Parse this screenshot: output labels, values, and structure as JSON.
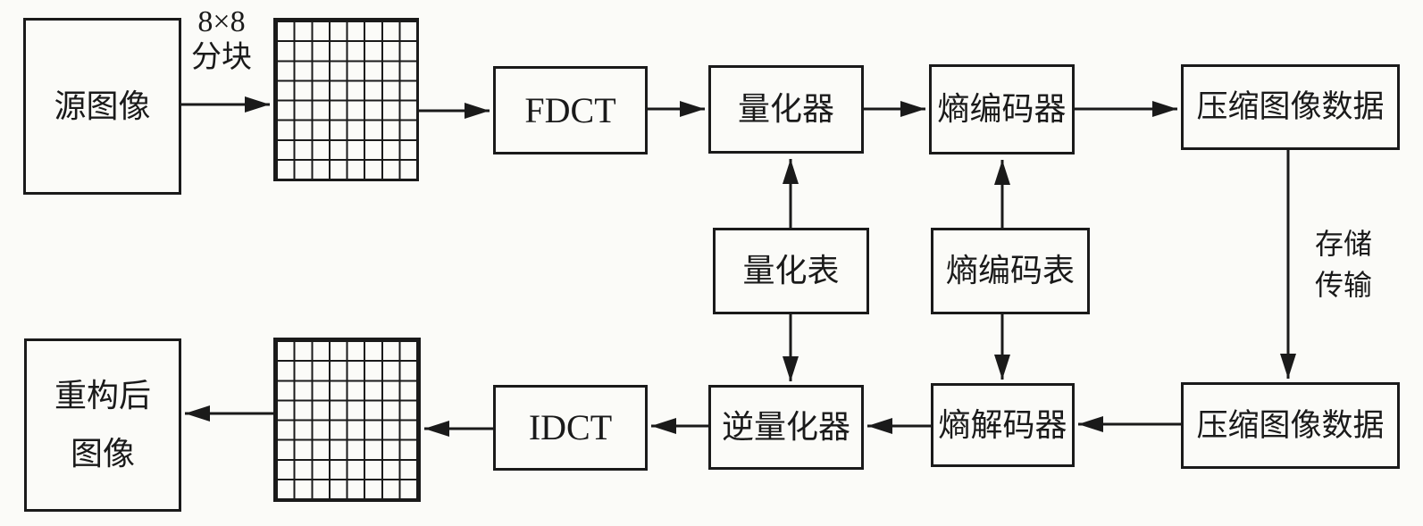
{
  "diagram": {
    "type": "block-diagram",
    "subject": "JPEG image compression and decompression pipeline",
    "nodes": {
      "source_image": "源图像",
      "fdct": "FDCT",
      "quantizer": "量化器",
      "entropy_encoder": "熵编码器",
      "compressed_image_data_top": "压缩图像数据",
      "quantization_table": "量化表",
      "entropy_coding_table": "熵编码表",
      "compressed_image_data_bottom": "压缩图像数据",
      "entropy_decoder": "熵解码器",
      "inverse_quantizer": "逆量化器",
      "idct": "IDCT",
      "reconstructed_image": [
        "重构后",
        "图像"
      ]
    },
    "edge_labels": {
      "block_split": [
        "8×8",
        "分块"
      ],
      "storage_transmission": [
        "存储",
        "传输"
      ]
    },
    "grids": {
      "rows": 8,
      "cols": 8
    },
    "edges": [
      {
        "from": "source_image",
        "to": "block_grid_top",
        "label": "8×8 分块"
      },
      {
        "from": "block_grid_top",
        "to": "fdct"
      },
      {
        "from": "fdct",
        "to": "quantizer"
      },
      {
        "from": "quantizer",
        "to": "entropy_encoder"
      },
      {
        "from": "entropy_encoder",
        "to": "compressed_image_data_top"
      },
      {
        "from": "quantization_table",
        "to": "quantizer"
      },
      {
        "from": "entropy_coding_table",
        "to": "entropy_encoder"
      },
      {
        "from": "compressed_image_data_top",
        "to": "compressed_image_data_bottom",
        "label": "存储 传输"
      },
      {
        "from": "quantization_table",
        "to": "inverse_quantizer"
      },
      {
        "from": "entropy_coding_table",
        "to": "entropy_decoder"
      },
      {
        "from": "compressed_image_data_bottom",
        "to": "entropy_decoder"
      },
      {
        "from": "entropy_decoder",
        "to": "inverse_quantizer"
      },
      {
        "from": "inverse_quantizer",
        "to": "idct"
      },
      {
        "from": "idct",
        "to": "block_grid_bottom"
      },
      {
        "from": "block_grid_bottom",
        "to": "reconstructed_image"
      }
    ],
    "colors": {
      "line": "#1a1a1a",
      "background": "#fbfbf8"
    }
  }
}
